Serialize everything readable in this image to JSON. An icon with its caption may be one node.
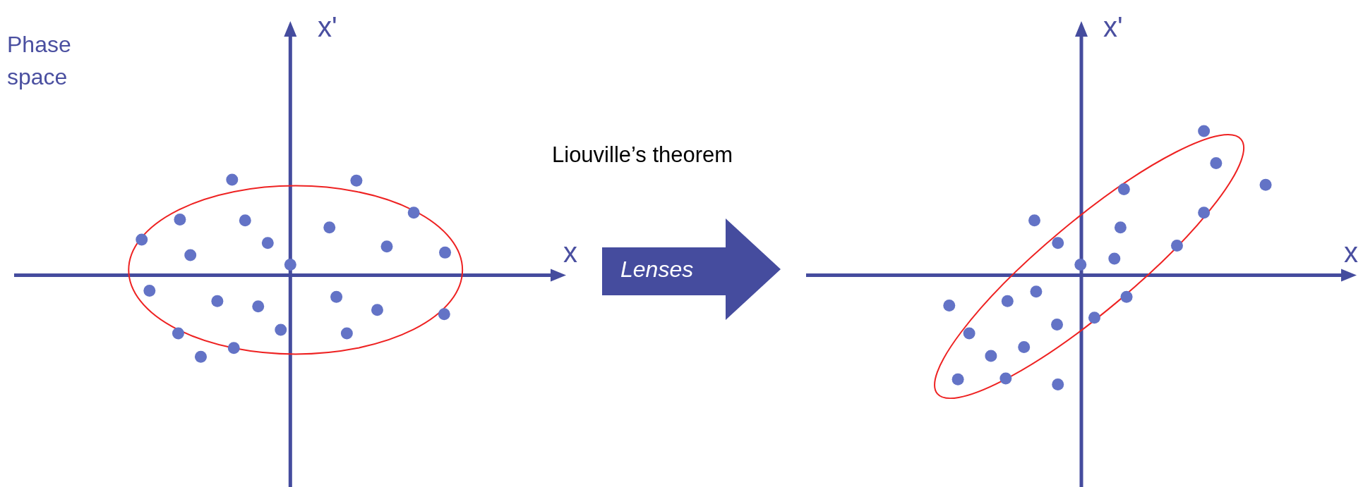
{
  "diagram": {
    "nodes": [
      {
        "text": [
          "Lenses"
        ]
      }
    ],
    "labels": [
      "Phase space",
      "x'",
      "x",
      "Liouville’s theorem",
      "x'",
      "x"
    ]
  }
}
